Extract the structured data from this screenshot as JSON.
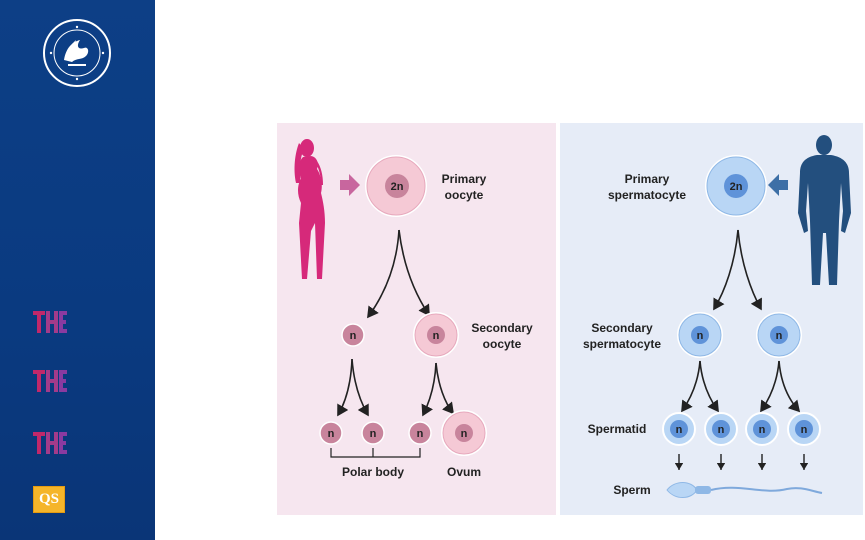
{
  "sidebar": {
    "logo_icon": "university-seal",
    "rankings": [
      {
        "icon": "the-ranking-logo",
        "text": "THE"
      },
      {
        "icon": "the-ranking-logo",
        "text": "THE"
      },
      {
        "icon": "the-ranking-logo",
        "text": "THE"
      },
      {
        "icon": "qs-ranking-logo",
        "text": "QS"
      }
    ]
  },
  "oogenesis": {
    "primary_label": [
      "Primary",
      "oocyte"
    ],
    "primary_ploidy": "2n",
    "secondary_label": [
      "Secondary",
      "oocyte"
    ],
    "haploid": "n",
    "polar_body_label": "Polar body",
    "ovum_label": "Ovum",
    "colors": {
      "panel": "#f6e6ef",
      "figure": "#d6297a",
      "cell": "#f5c9d5",
      "nucleus": "#c8849c"
    }
  },
  "spermatogenesis": {
    "primary_label": [
      "Primary",
      "spermatocyte"
    ],
    "primary_ploidy": "2n",
    "secondary_label": [
      "Secondary",
      "spermatocyte"
    ],
    "haploid": "n",
    "spermatid_label": "Spermatid",
    "sperm_label": "Sperm",
    "colors": {
      "panel": "#e6ecf7",
      "figure": "#234f7e",
      "cell": "#b9d6f5",
      "nucleus": "#5f93d9"
    }
  }
}
